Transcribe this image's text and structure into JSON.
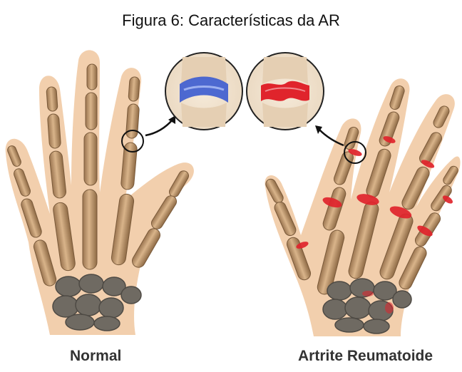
{
  "caption": "Figura 6: Características da AR",
  "hands": [
    {
      "label": "Normal"
    },
    {
      "label": "Artrite Reumatoide"
    }
  ],
  "colors": {
    "skin": "#f2cfad",
    "bone": "#c8a27a",
    "bone_dark": "#8e6a45",
    "carpal": "#6f6a62",
    "normal_cartilage": "#3b5bd0",
    "inflamed_joint": "#e0242c"
  }
}
